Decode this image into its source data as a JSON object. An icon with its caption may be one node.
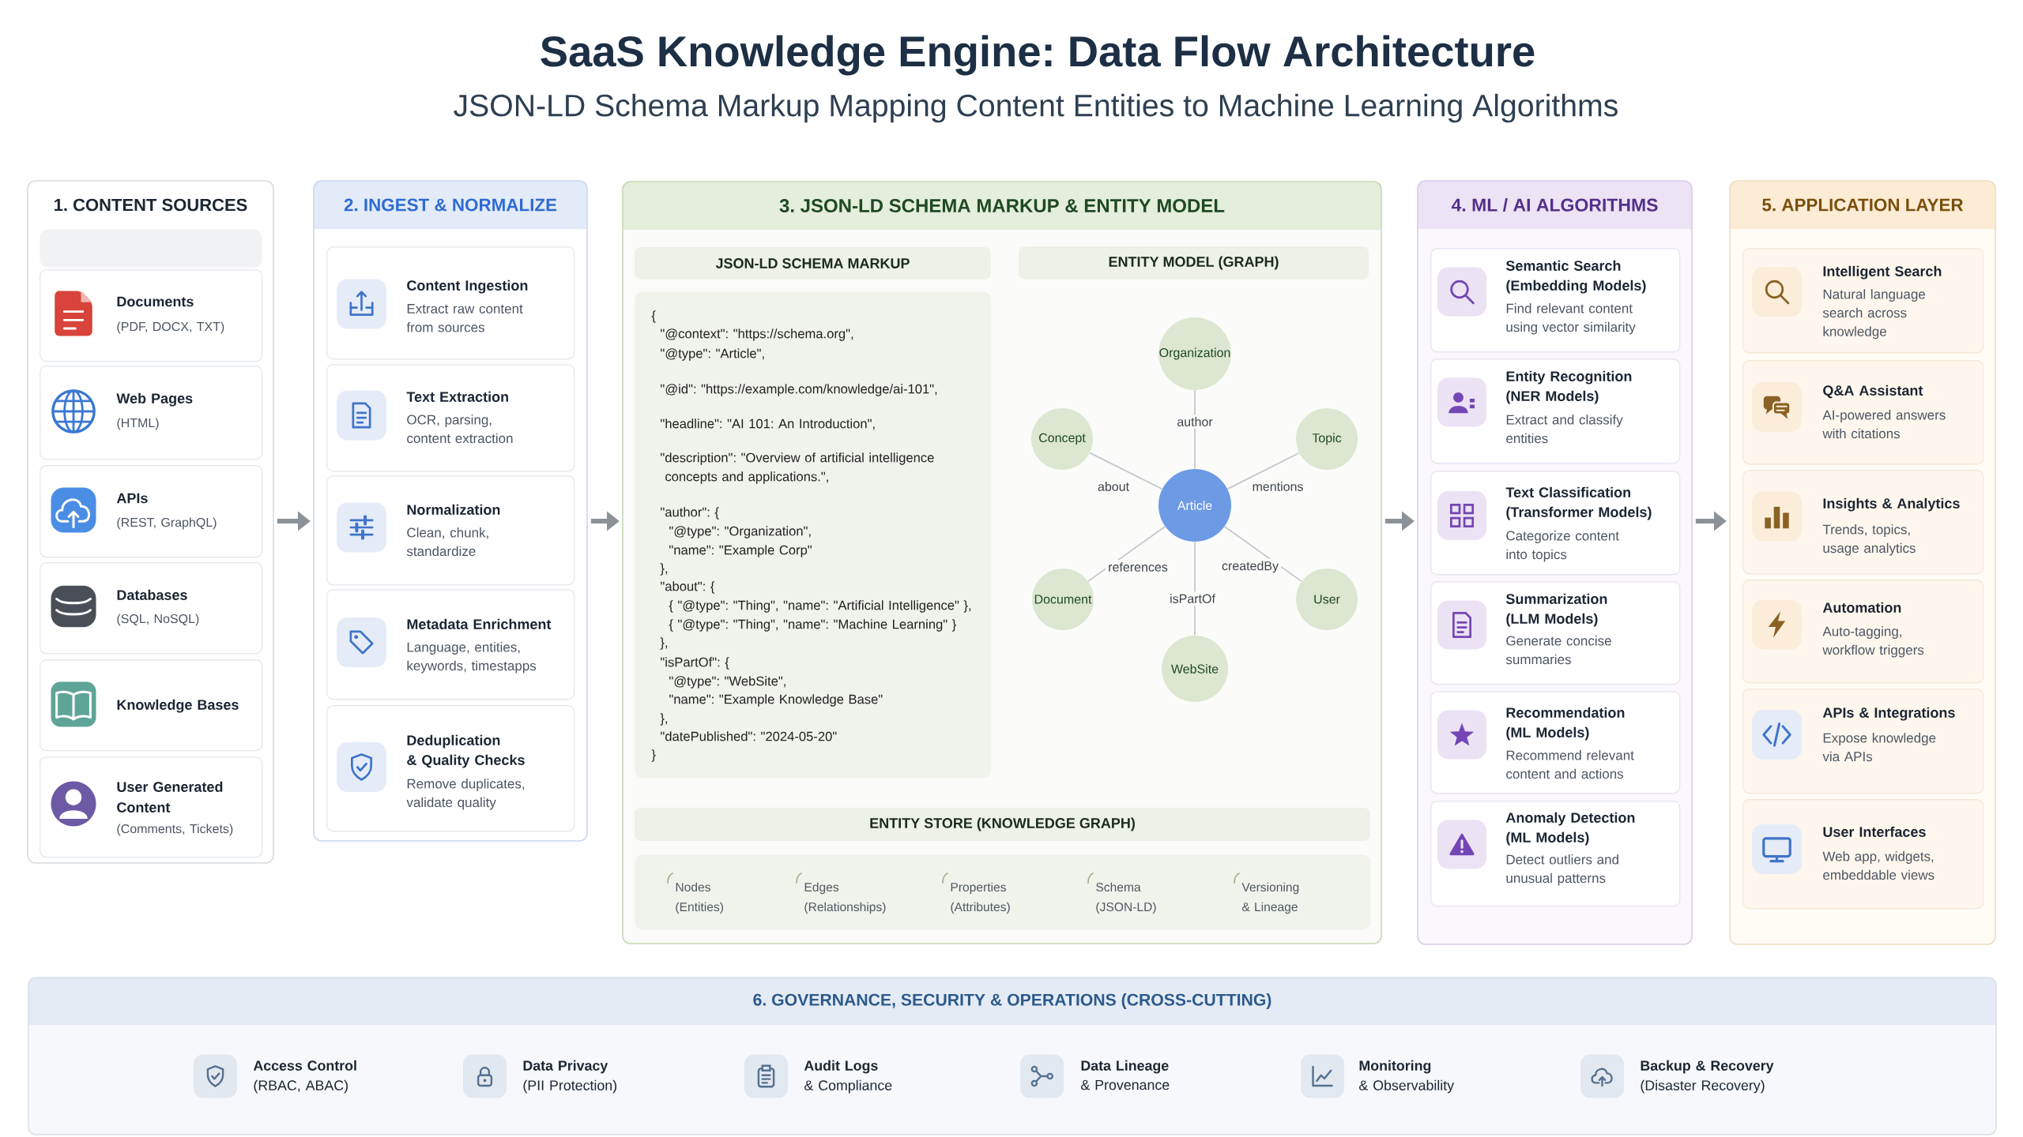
{
  "diagram": {
    "title": "SaaS Knowledge Engine: Data Flow Architecture",
    "nodes": [
      {
        "text": [
          "1. CONTENT SOURCES"
        ]
      },
      {
        "text": [],
        "shape": "bar",
        "in": 0
      },
      {
        "text": [
          "Documents",
          "(PDF, DOCX, TXT)"
        ],
        "in": 0
      },
      {
        "text": [
          "Web Pages",
          "(HTML)"
        ],
        "in": 0
      },
      {
        "text": [
          "APIs",
          "(REST, GraphQL)"
        ],
        "in": 0
      },
      {
        "text": [
          "Databases",
          "(SQL, NoSQL)"
        ],
        "in": 0
      },
      {
        "text": [
          "Knowledge Bases"
        ],
        "in": 0
      },
      {
        "text": [
          "User Generated Content",
          "(Comments, Tickets)"
        ],
        "in": 0
      },
      {
        "text": [
          "2. INGEST & NORMALIZE"
        ]
      },
      {
        "text": [
          "Content Ingestion",
          "Extract raw content from sources"
        ],
        "in": 8
      },
      {
        "text": [
          "Text Extraction",
          "OCR, parsing, content extraction"
        ],
        "in": 8
      },
      {
        "text": [
          "Normalization",
          "Clean, chunk, standardize"
        ],
        "in": 8
      },
      {
        "text": [
          "Metadata Enrichment",
          "Language, entities, keywords, timestapps"
        ],
        "in": 8
      },
      {
        "text": [
          "Deduplication & Quality Checks",
          "Remove duplicates, validate quality"
        ],
        "in": 8
      },
      {
        "text": [
          "3. JSON-LD SCHEMA MARKUP & ENTITY MODEL"
        ]
      },
      {
        "text": [
          "JSON-LD SCHEMA MARKUP"
        ],
        "in": 14
      },
      {
        "text": [
          "{",
          "\"@context\": \"https://schema.org\",",
          "\"@type\": \"Article\",",
          "\"@id\": \"https://example.com/knowledge/ai-101\",",
          "\"headline\": \"AI 101: An Introduction\",",
          "\"description\": \"Overview of artificial intelligence concepts and applications.\",",
          "\"author\": {",
          "\"@type\": \"Organization\",",
          "\"name\": \"Example Corp\"",
          "},",
          "\"about\": {",
          "{ \"@type\": \"Thing\", \"name\": \"Artificial Intelligence\" },",
          "{ \"@type\": \"Thing\", \"name\": \"Machine Learning\" }",
          "},",
          "\"isPartOf\": {",
          "\"@type\": \"WebSite\",",
          "\"name\": \"Example Knowledge Base\"",
          "},",
          "\"datePublished\": \"2024-05-20\"",
          "}"
        ],
        "in": 14
      },
      {
        "text": [
          "ENTITY MODEL (GRAPH)"
        ],
        "in": 14
      },
      {
        "text": [
          "Organization"
        ],
        "in": 14
      },
      {
        "text": [
          "Concept"
        ],
        "in": 14
      },
      {
        "text": [
          "Topic"
        ],
        "in": 14
      },
      {
        "text": [
          "Article"
        ],
        "in": 14
      },
      {
        "text": [
          "Document"
        ],
        "in": 14
      },
      {
        "text": [
          "User"
        ],
        "in": 14
      },
      {
        "text": [
          "WebSite"
        ],
        "in": 14
      },
      {
        "text": [
          "ENTITY STORE (KNOWLEDGE GRAPH)"
        ],
        "in": 14
      },
      {
        "text": [
          "Nodes (Entities)",
          "Edges (Relationships)",
          "Properties (Attributes)",
          "Schema (JSON-LD)",
          "Versioning & Lineage"
        ],
        "in": 14
      },
      {
        "text": [
          "4. ML / AI ALGORITHMS"
        ]
      },
      {
        "text": [
          "Semantic Search (Embedding Models)",
          "Find relevant content using vector similarity"
        ],
        "in": 27
      },
      {
        "text": [
          "Entity Recognition (NER Models)",
          "Extract and classify entities"
        ],
        "in": 27
      },
      {
        "text": [
          "Text Classification (Transformer Models)",
          "Categorize content into topics"
        ],
        "in": 27
      },
      {
        "text": [
          "Summarization (LLM Models)",
          "Generate concise summaries"
        ],
        "in": 27
      },
      {
        "text": [
          "Recommendation (ML Models)",
          "Recommend relevant content and actions"
        ],
        "in": 27
      },
      {
        "text": [
          "Anomaly Detection (ML Models)",
          "Detect outliers and unusual patterns"
        ],
        "in": 27
      },
      {
        "text": [
          "5. APPLICATION LAYER"
        ]
      },
      {
        "text": [
          "Intelligent Search",
          "Natural language search across knowledge"
        ],
        "in": 34
      },
      {
        "text": [
          "Q&A Assistant",
          "AI-powered answers with citations"
        ],
        "in": 34
      },
      {
        "text": [
          "Insights & Analytics",
          "Trends, topics, usage analytics"
        ],
        "in": 34
      },
      {
        "text": [
          "Automation",
          "Auto-tagging, workflow triggers"
        ],
        "in": 34
      },
      {
        "text": [
          "APIs & Integrations",
          "Expose knowledge via APIs"
        ],
        "in": 34
      },
      {
        "text": [
          "User Interfaces",
          "Web app, widgets, embeddable views"
        ],
        "in": 34
      },
      {
        "text": [
          "6. GOVERNANCE, SECURITY & OPERATIONS (CROSS-CUTTING)",
          "Access Control",
          "(RBAC, ABAC)",
          "Data Privacy",
          "(PII Protection)",
          "Audit Logs",
          "& Compliance",
          "Data Lineage",
          "& Provenance",
          "Monitoring",
          "& Observability",
          "Backup & Recovery",
          "(Disaster Recovery)"
        ]
      }
    ],
    "edges": [
      {
        "from": 0,
        "to": 8,
        "arrow": "to",
        "style": "thick",
        "color": "#8c9298"
      },
      {
        "from": 8,
        "to": 14,
        "arrow": "to",
        "style": "thick",
        "color": "#8c9298"
      },
      {
        "from": 14,
        "to": 27,
        "arrow": "to",
        "style": "thick",
        "color": "#8c9298"
      },
      {
        "from": 27,
        "to": 34,
        "arrow": "to",
        "style": "thick",
        "color": "#8c9298"
      },
      {
        "from": 21,
        "to": 18,
        "arrow": "none",
        "label": "author"
      },
      {
        "from": 21,
        "to": 19,
        "arrow": "none",
        "label": "about"
      },
      {
        "from": 21,
        "to": 20,
        "arrow": "none",
        "label": "mentions"
      },
      {
        "from": 21,
        "to": 22,
        "arrow": "none",
        "label": "references"
      },
      {
        "from": 21,
        "to": 23,
        "arrow": "none",
        "label": "createdBy"
      },
      {
        "from": 21,
        "to": 24,
        "arrow": "none",
        "label": "isPartOf"
      }
    ],
    "labels": [
      "JSON-LD Schema Markup Mapping Content Entities to Machine Learning Algorithms"
    ]
  }
}
